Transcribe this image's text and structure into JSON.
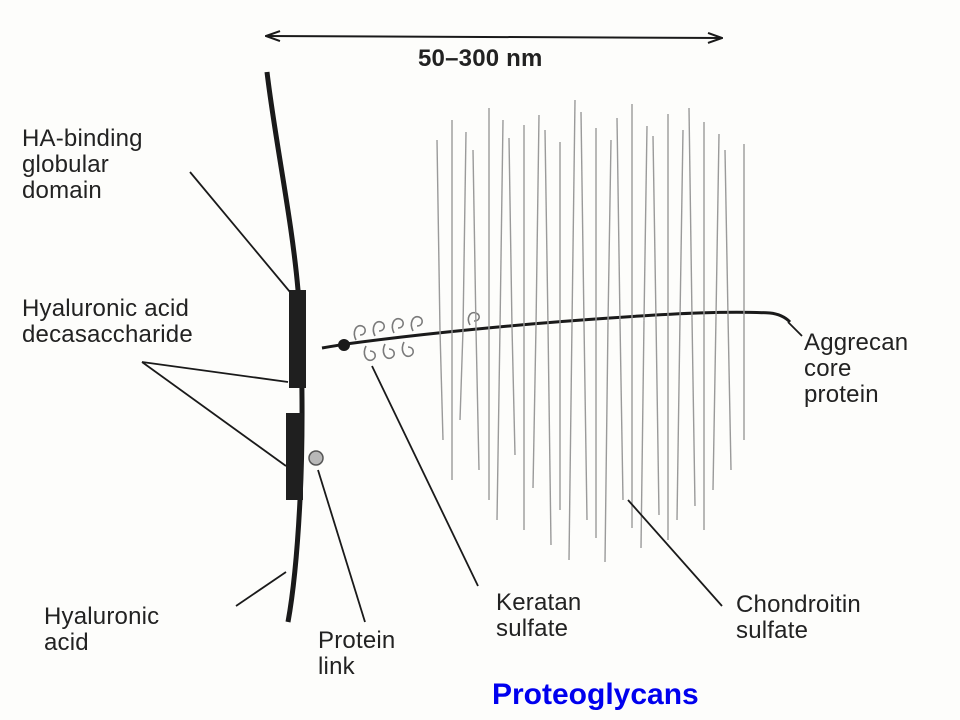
{
  "scale_label": "50–300 nm",
  "labels": {
    "ha_binding": "HA-binding\nglobular\ndomain",
    "hyaluronic_decasaccharide": "Hyaluronic acid\ndecasaccharide",
    "aggrecan_core": "Aggrecan\ncore\nprotein",
    "hyaluronic_acid": "Hyaluronic\nacid",
    "protein_link": "Protein\nlink",
    "keratan_sulfate": "Keratan\nsulfate",
    "chondroitin_sulfate": "Chondroitin\nsulfate"
  },
  "caption": "Proteoglycans",
  "colors": {
    "caption": "#0000ee",
    "ink": "#1a1a1a",
    "chain": "#9a9a9a"
  }
}
